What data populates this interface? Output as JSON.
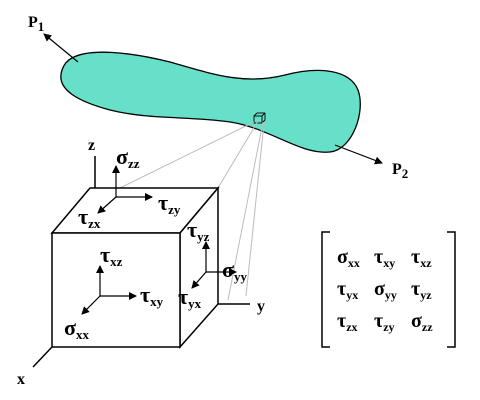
{
  "colors": {
    "body_fill": "#66e0c8",
    "outline": "#000000",
    "guide": "#bcbcbc"
  },
  "loads": {
    "p1": {
      "main": "P",
      "sub": "1"
    },
    "p2": {
      "main": "P",
      "sub": "2"
    }
  },
  "axes": {
    "x": "x",
    "y": "y",
    "z": "z"
  },
  "cube_labels": {
    "sigma_zz": {
      "main": "σ",
      "sub": "zz"
    },
    "tau_zy": {
      "main": "τ",
      "sub": "zy"
    },
    "tau_zx": {
      "main": "τ",
      "sub": "zx"
    },
    "tau_yz": {
      "main": "τ",
      "sub": "yz"
    },
    "sigma_yy": {
      "main": "σ",
      "sub": "yy"
    },
    "tau_yx": {
      "main": "τ",
      "sub": "yx"
    },
    "tau_xz": {
      "main": "τ",
      "sub": "xz"
    },
    "tau_xy": {
      "main": "τ",
      "sub": "xy"
    },
    "sigma_xx": {
      "main": "σ",
      "sub": "xx"
    }
  },
  "matrix": {
    "rows": [
      [
        {
          "main": "σ",
          "sub": "xx"
        },
        {
          "main": "τ",
          "sub": "xy"
        },
        {
          "main": "τ",
          "sub": "xz"
        }
      ],
      [
        {
          "main": "τ",
          "sub": "yx"
        },
        {
          "main": "σ",
          "sub": "yy"
        },
        {
          "main": "τ",
          "sub": "yz"
        }
      ],
      [
        {
          "main": "τ",
          "sub": "zx"
        },
        {
          "main": "τ",
          "sub": "zy"
        },
        {
          "main": "σ",
          "sub": "zz"
        }
      ]
    ]
  }
}
